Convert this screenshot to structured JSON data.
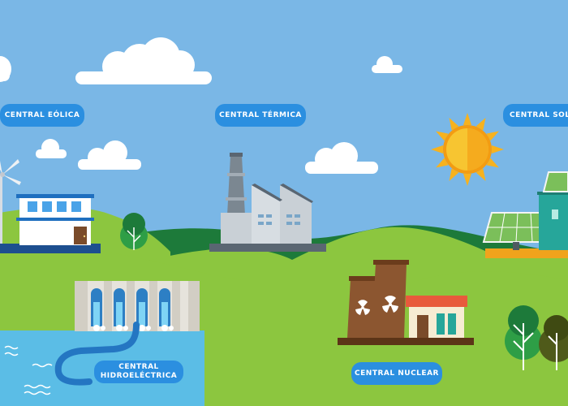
{
  "labels": {
    "wind": "CENTRAL EÓLICA",
    "thermal": "CENTRAL TÉRMICA",
    "solar": "CENTRAL SOLAR",
    "hydro_line1": "CENTRAL",
    "hydro_line2": "HIDROELÉCTRICA",
    "nuclear": "CENTRAL NUCLEAR"
  },
  "colors": {
    "sky": "#7ab7e6",
    "label_bg": "#2b8fe0",
    "hill_light": "#8cc63f",
    "hill_dark": "#1d7a3a",
    "water": "#5bbde6",
    "sun": "#f7b21e"
  },
  "icons": [
    "wind-turbine-icon",
    "house-icon",
    "factory-icon",
    "sun-icon",
    "solar-panel-icon",
    "dam-icon",
    "cooling-tower-icon",
    "radiation-icon",
    "tree-icon",
    "cloud-icon"
  ]
}
